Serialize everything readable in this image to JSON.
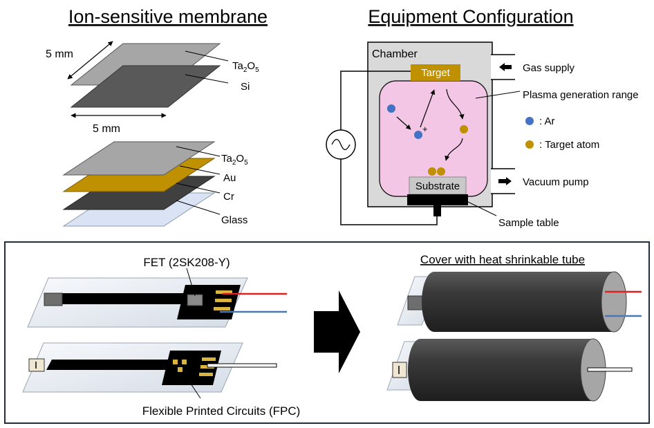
{
  "membrane": {
    "title": "Ion-sensitive membrane",
    "dim_top": "5 mm",
    "dim_bottom": "5 mm",
    "layer_ta2o5_base": "Ta",
    "layer_ta2o5_sub": "2",
    "layer_ta2o5_o": "O",
    "layer_ta2o5_o_sub": "5",
    "layer_si": "Si",
    "layer_au": "Au",
    "layer_cr": "Cr",
    "layer_glass": "Glass"
  },
  "equipment": {
    "title": "Equipment Configuration",
    "chamber": "Chamber",
    "target": "Target",
    "gas_supply": "Gas supply",
    "plasma_range": "Plasma generation range",
    "ar_legend": ": Ar",
    "target_atom_legend": ": Target atom",
    "ion_charge": "+",
    "substrate": "Substrate",
    "vacuum_pump": "Vacuum pump",
    "sample_table": "Sample table"
  },
  "sensor": {
    "fet_label": "FET (2SK208-Y)",
    "fpc_label": "Flexible Printed Circuits (FPC)",
    "cover_label": "Cover with heat shrinkable tube"
  },
  "colors": {
    "ta2o5": "#a6a6a6",
    "si": "#595959",
    "au": "#bf9000",
    "cr": "#404040",
    "glass": "#dae3f3",
    "plasma": "#f4c6e5",
    "target": "#bf9000",
    "ar_dot": "#4472c4",
    "atom_dot": "#bf9000",
    "chamber": "#d9d9d9",
    "frame": "#1f2d3d",
    "wire_red": "#e02020",
    "wire_blue": "#4a78b5"
  }
}
